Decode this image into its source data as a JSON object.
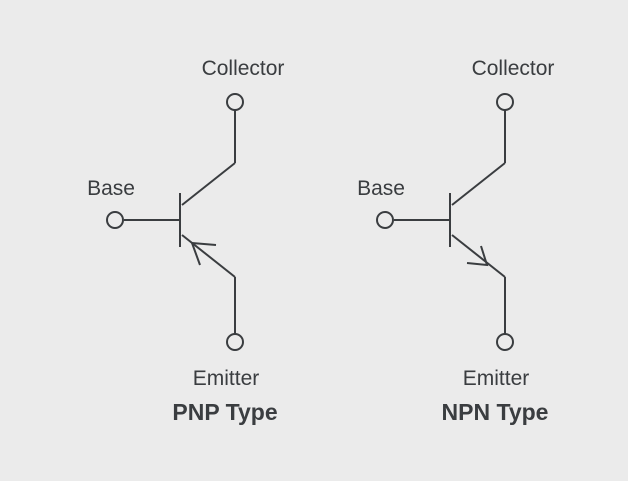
{
  "transistors": [
    {
      "type": "PNP",
      "title": "PNP Type",
      "labels": {
        "collector": "Collector",
        "base": "Base",
        "emitter": "Emitter"
      },
      "emitter_arrow": "inward"
    },
    {
      "type": "NPN",
      "title": "NPN Type",
      "labels": {
        "collector": "Collector",
        "base": "Base",
        "emitter": "Emitter"
      },
      "emitter_arrow": "outward"
    }
  ],
  "colors": {
    "background": "#ebebeb",
    "ink": "#3a3d40"
  }
}
